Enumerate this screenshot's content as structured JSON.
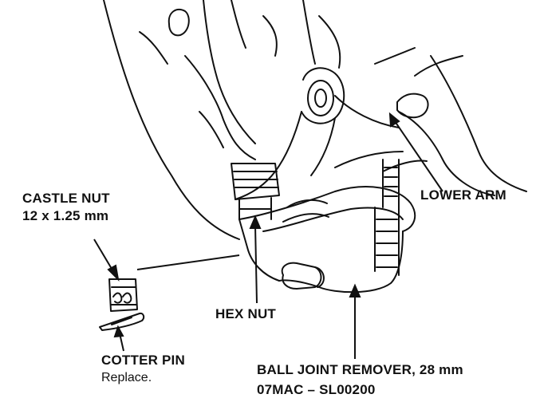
{
  "labels": {
    "castle_nut": "CASTLE NUT",
    "castle_nut_size": "12 x 1.25 mm",
    "lower_arm": "LOWER ARM",
    "hex_nut": "HEX NUT",
    "cotter_pin": "COTTER PIN",
    "cotter_pin_note": "Replace.",
    "ball_joint_remover": "BALL JOINT REMOVER, 28 mm",
    "tool_number": "07MAC – SL00200"
  },
  "colors": {
    "ink": "#111111",
    "paper": "#ffffff"
  }
}
